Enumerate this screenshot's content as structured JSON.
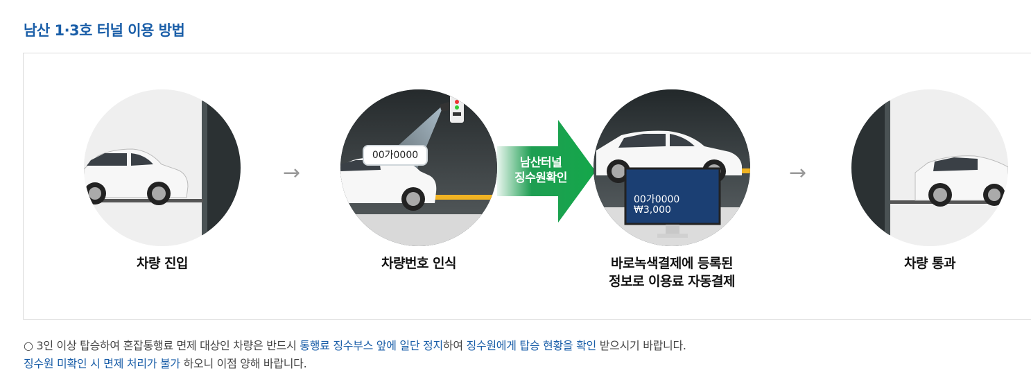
{
  "page": {
    "title": "남산 1·3호 터널 이용 방법"
  },
  "steps": [
    {
      "label": "차량 진입"
    },
    {
      "label": "차량번호 인식",
      "plate": "00가0000"
    },
    {
      "label_line1": "바로녹색결제에 등록된",
      "label_line2": "정보로 이용료 자동결제",
      "plate": "00가0000",
      "fee": "₩3,000"
    },
    {
      "label": "차량 통과"
    }
  ],
  "connector": {
    "arrow_glyph": "→",
    "green_line1": "남산터널",
    "green_line2": "징수원확인"
  },
  "notice": {
    "bullet": "○",
    "seg1": " 3인 이상 탑승하여 혼잡통행료 면제 대상인 차량은 반드시 ",
    "seg2": "통행료 징수부스 앞에 일단 정지",
    "seg3": "하여 ",
    "seg4": "징수원에게 탑승 현황을 확인",
    "seg5": " 받으시기 바랍니다.",
    "seg6": "징수원 미확인 시 면제 처리가 불가",
    "seg7": " 하오니 이점 양해 바랍니다."
  },
  "colors": {
    "title": "#1a5ea8",
    "highlight": "#1a5ea8",
    "green_arrow": "#1e9e52",
    "lane_yellow": "#f0b323"
  }
}
